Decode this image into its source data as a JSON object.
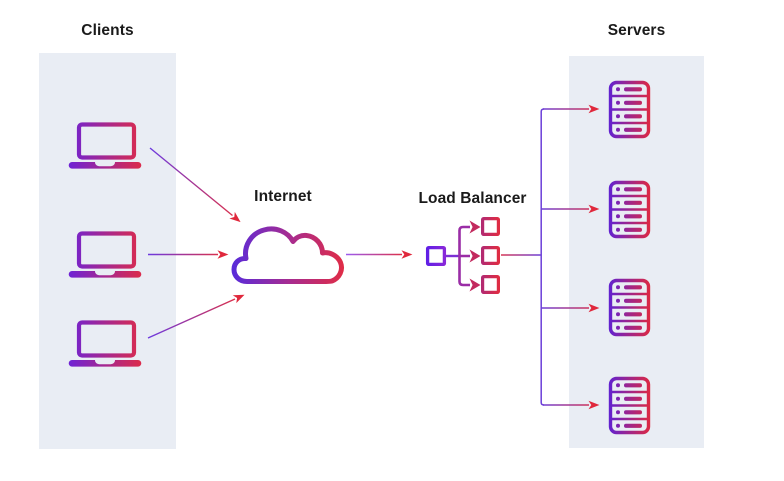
{
  "diagram": {
    "title_labels": {
      "clients": "Clients",
      "internet": "Internet",
      "load_balancer": "Load Balancer",
      "servers": "Servers"
    },
    "client_count": 3,
    "server_count": 4,
    "icons": {
      "client": "laptop-icon",
      "internet": "cloud-icon",
      "load_balancer": "load-balancer-icon",
      "server": "server-rack-icon",
      "connector": "arrow-icon"
    },
    "colors": {
      "gradient_purple": "#6a23da",
      "gradient_red": "#e02c46",
      "arrowhead_red": "#e0283c",
      "branch_line_purple": "#6b3fd8",
      "panel_background": "#e9edf4",
      "label_text": "#1a1a1a",
      "canvas_background": "#ffffff"
    }
  }
}
